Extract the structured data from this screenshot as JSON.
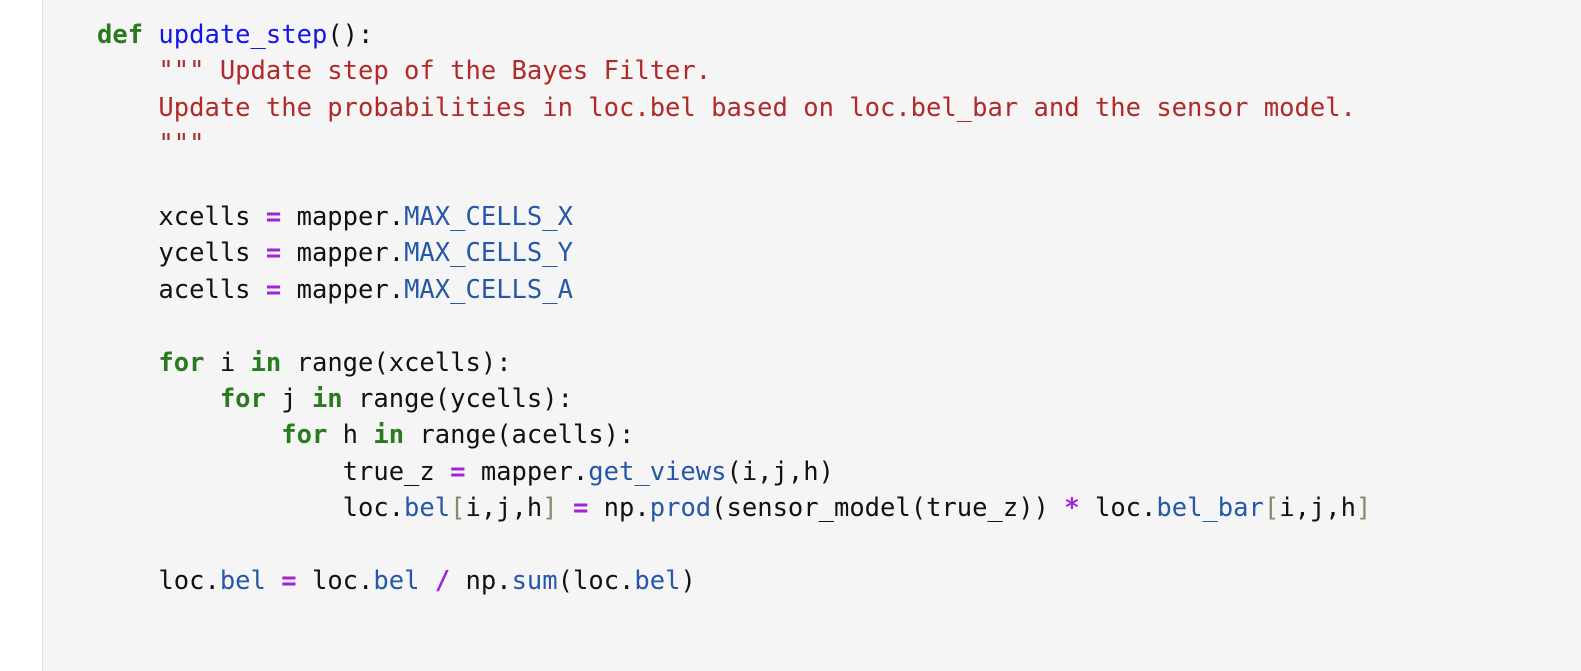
{
  "code_cell": {
    "language": "python",
    "colors": {
      "background": "#f5f5f5",
      "keyword": "#2a7a1f",
      "function_name": "#1515e8",
      "string": "#b02a2a",
      "attribute": "#2657a8",
      "operator": "#a323d6",
      "bracket_highlight": "#8a8a6a"
    },
    "lines": [
      [
        {
          "t": "kw",
          "v": "def"
        },
        {
          "t": "p",
          "v": " "
        },
        {
          "t": "fn",
          "v": "update_step"
        },
        {
          "t": "p",
          "v": "():"
        }
      ],
      [
        {
          "t": "p",
          "v": "    "
        },
        {
          "t": "str",
          "v": "\"\"\" Update step of the Bayes Filter."
        }
      ],
      [
        {
          "t": "p",
          "v": "    "
        },
        {
          "t": "str",
          "v": "Update the probabilities in loc.bel based on loc.bel_bar and the sensor model."
        }
      ],
      [
        {
          "t": "p",
          "v": "    "
        },
        {
          "t": "str",
          "v": "\"\"\""
        }
      ],
      [],
      [
        {
          "t": "p",
          "v": "    xcells "
        },
        {
          "t": "op",
          "v": "="
        },
        {
          "t": "p",
          "v": " mapper."
        },
        {
          "t": "attr",
          "v": "MAX_CELLS_X"
        }
      ],
      [
        {
          "t": "p",
          "v": "    ycells "
        },
        {
          "t": "op",
          "v": "="
        },
        {
          "t": "p",
          "v": " mapper."
        },
        {
          "t": "attr",
          "v": "MAX_CELLS_Y"
        }
      ],
      [
        {
          "t": "p",
          "v": "    acells "
        },
        {
          "t": "op",
          "v": "="
        },
        {
          "t": "p",
          "v": " mapper."
        },
        {
          "t": "attr",
          "v": "MAX_CELLS_A"
        }
      ],
      [],
      [
        {
          "t": "p",
          "v": "    "
        },
        {
          "t": "kw",
          "v": "for"
        },
        {
          "t": "p",
          "v": " i "
        },
        {
          "t": "kw",
          "v": "in"
        },
        {
          "t": "p",
          "v": " range(xcells):"
        }
      ],
      [
        {
          "t": "p",
          "v": "        "
        },
        {
          "t": "kw",
          "v": "for"
        },
        {
          "t": "p",
          "v": " j "
        },
        {
          "t": "kw",
          "v": "in"
        },
        {
          "t": "p",
          "v": " range(ycells):"
        }
      ],
      [
        {
          "t": "p",
          "v": "            "
        },
        {
          "t": "kw",
          "v": "for"
        },
        {
          "t": "p",
          "v": " h "
        },
        {
          "t": "kw",
          "v": "in"
        },
        {
          "t": "p",
          "v": " range(acells):"
        }
      ],
      [
        {
          "t": "p",
          "v": "                true_z "
        },
        {
          "t": "op",
          "v": "="
        },
        {
          "t": "p",
          "v": " mapper."
        },
        {
          "t": "attr",
          "v": "get_views"
        },
        {
          "t": "p",
          "v": "(i,j,h)"
        }
      ],
      [
        {
          "t": "p",
          "v": "                loc."
        },
        {
          "t": "attr",
          "v": "bel"
        },
        {
          "t": "br",
          "v": "["
        },
        {
          "t": "p",
          "v": "i,j,h"
        },
        {
          "t": "br",
          "v": "]"
        },
        {
          "t": "p",
          "v": " "
        },
        {
          "t": "op",
          "v": "="
        },
        {
          "t": "p",
          "v": " np."
        },
        {
          "t": "attr",
          "v": "prod"
        },
        {
          "t": "p",
          "v": "(sensor_model(true_z)) "
        },
        {
          "t": "op",
          "v": "*"
        },
        {
          "t": "p",
          "v": " loc."
        },
        {
          "t": "attr",
          "v": "bel_bar"
        },
        {
          "t": "br",
          "v": "["
        },
        {
          "t": "p",
          "v": "i,j,h"
        },
        {
          "t": "br",
          "v": "]"
        }
      ],
      [],
      [
        {
          "t": "p",
          "v": "    loc."
        },
        {
          "t": "attr",
          "v": "bel"
        },
        {
          "t": "p",
          "v": " "
        },
        {
          "t": "op",
          "v": "="
        },
        {
          "t": "p",
          "v": " loc."
        },
        {
          "t": "attr",
          "v": "bel"
        },
        {
          "t": "p",
          "v": " "
        },
        {
          "t": "op",
          "v": "/"
        },
        {
          "t": "p",
          "v": " np."
        },
        {
          "t": "attr",
          "v": "sum"
        },
        {
          "t": "p",
          "v": "(loc."
        },
        {
          "t": "attr",
          "v": "bel"
        },
        {
          "t": "p",
          "v": ")"
        }
      ]
    ]
  }
}
